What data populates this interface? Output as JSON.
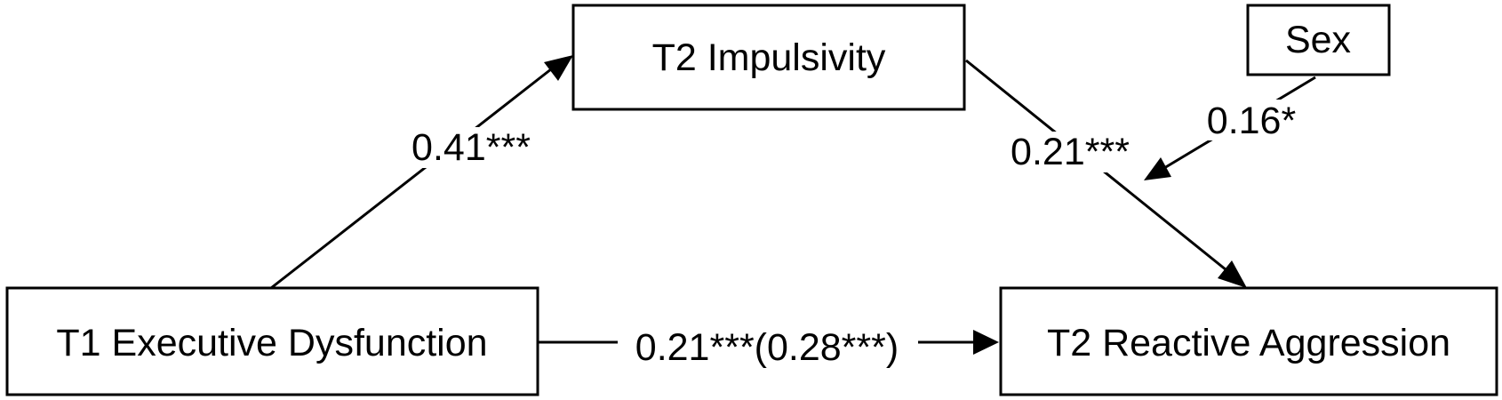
{
  "diagram": {
    "nodes": {
      "t1_exec": {
        "label": "T1 Executive Dysfunction"
      },
      "t2_imp": {
        "label": "T2 Impulsivity"
      },
      "t2_agg": {
        "label": "T2 Reactive Aggression"
      },
      "sex": {
        "label": "Sex"
      }
    },
    "edges": {
      "exec_to_imp": {
        "label": "0.41***"
      },
      "imp_to_agg": {
        "label": "0.21***"
      },
      "sex_moderation": {
        "label": "0.16*"
      },
      "exec_to_agg": {
        "label": "0.21***(0.28***)"
      }
    }
  }
}
